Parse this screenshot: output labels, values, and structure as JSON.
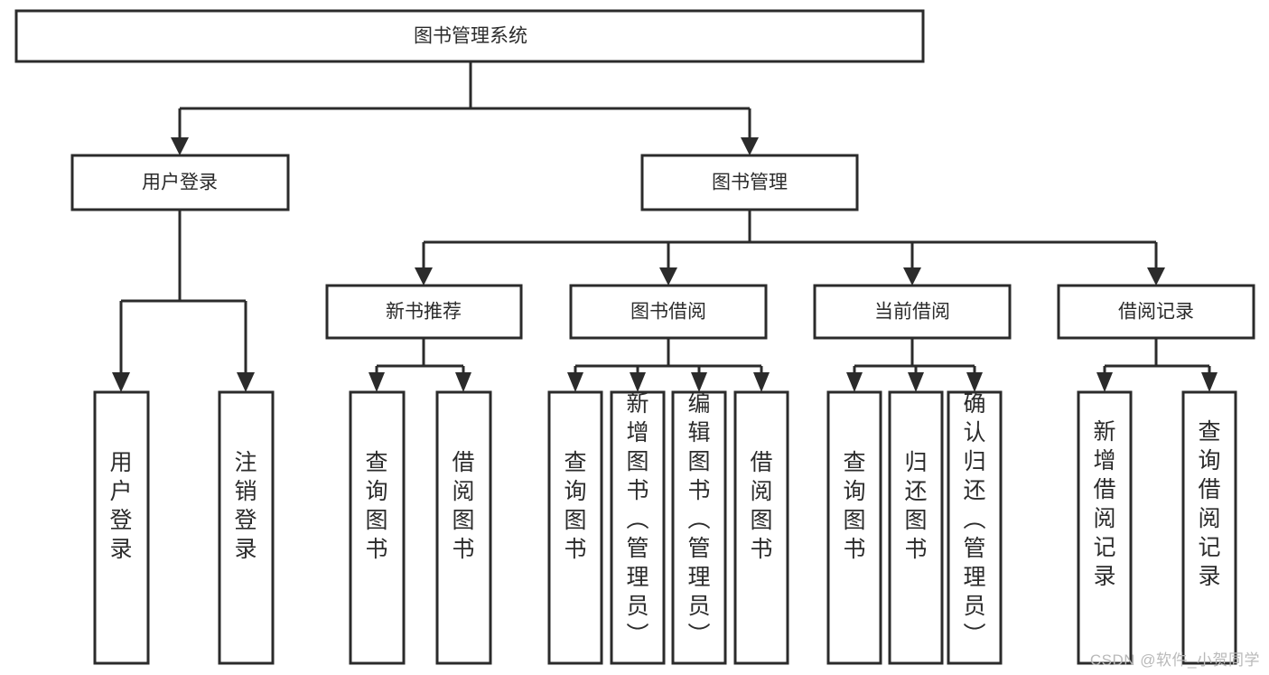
{
  "diagram": {
    "title": "图书管理系统",
    "type": "hierarchy-tree",
    "watermark": "CSDN @软件_小贺同学",
    "colors": {
      "stroke": "#2b2b2b",
      "fill": "#ffffff",
      "background": "#ffffff",
      "watermark": "#b9b9b9"
    },
    "nodes": {
      "root": {
        "label": "图书管理系统"
      },
      "level2": [
        {
          "id": "user-login",
          "label": "用户登录"
        },
        {
          "id": "book-manage",
          "label": "图书管理"
        }
      ],
      "level3": [
        {
          "id": "new-book-recommend",
          "label": "新书推荐"
        },
        {
          "id": "book-borrow",
          "label": "图书借阅"
        },
        {
          "id": "current-borrow",
          "label": "当前借阅"
        },
        {
          "id": "borrow-record",
          "label": "借阅记录"
        }
      ],
      "leaves": {
        "user-login": [
          {
            "id": "leaf-user-login",
            "label": "用户登录"
          },
          {
            "id": "leaf-user-logout",
            "label": "注销登录"
          }
        ],
        "new-book-recommend": [
          {
            "id": "leaf-query-book-1",
            "label": "查询图书"
          },
          {
            "id": "leaf-borrow-book-1",
            "label": "借阅图书"
          }
        ],
        "book-borrow": [
          {
            "id": "leaf-query-book-2",
            "label": "查询图书"
          },
          {
            "id": "leaf-add-book",
            "label": "新增图书（管理员）"
          },
          {
            "id": "leaf-edit-book",
            "label": "编辑图书（管理员）"
          },
          {
            "id": "leaf-borrow-book-2",
            "label": "借阅图书"
          }
        ],
        "current-borrow": [
          {
            "id": "leaf-query-book-3",
            "label": "查询图书"
          },
          {
            "id": "leaf-return-book",
            "label": "归还图书"
          },
          {
            "id": "leaf-confirm-return",
            "label": "确认归还（管理员）"
          }
        ],
        "borrow-record": [
          {
            "id": "leaf-add-record",
            "label": "新增借阅记录"
          },
          {
            "id": "leaf-query-record",
            "label": "查询借阅记录"
          }
        ]
      }
    }
  }
}
